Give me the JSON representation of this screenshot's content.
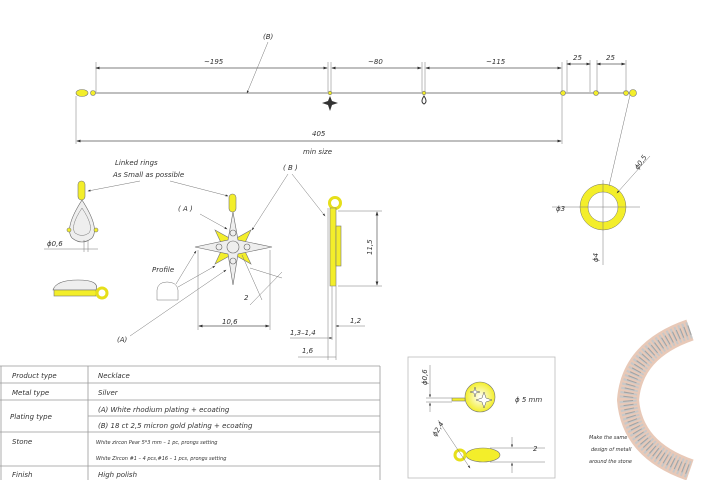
{
  "chain": {
    "label_b": "(B)",
    "dims": [
      "~195",
      "~80",
      "~115",
      "25",
      "25"
    ],
    "total": "405",
    "total_note": "min size"
  },
  "ring": {
    "inner_dia": "ϕ3",
    "wire": "ϕ0,5",
    "outer_dia": "ϕ4"
  },
  "pendant": {
    "linked_rings_1": "Linked rings",
    "linked_rings_2": "As Small as possible",
    "wire_dia": "ϕ0,6",
    "label_a": "( A )",
    "label_b": "( B )",
    "profile": "Profile",
    "label_a_lower": "(A)",
    "width": "10,6",
    "ray": "2",
    "height": "11,5",
    "t1": "1,2",
    "t2": "1,3–1,4",
    "t3": "1,6"
  },
  "table": {
    "rows": [
      {
        "label": "Product type",
        "value": "Necklace"
      },
      {
        "label": "Metal type",
        "value": "Silver"
      },
      {
        "label": "Plating type",
        "value_a": "(A)  White rhodium plating + ecoating",
        "value_b": "(B)   18 ct 2,5 micron gold plating + ecoating"
      },
      {
        "label": "Stone",
        "value_a": "White zircon Pear 5*3 mm – 1 pc, prongs setting",
        "value_b": "White Zircon #1 – 4 pcs,#16 – 1 pcs, prongs setting"
      },
      {
        "label": "Finish",
        "value": "High polish"
      }
    ]
  },
  "detail": {
    "wire_dia": "ϕ0,6",
    "disc_dia": "ϕ 5 mm",
    "ring_dia": "ϕ2,4",
    "height": "2"
  },
  "photo_note": [
    "Make the same",
    "design of metall",
    "around the stone"
  ],
  "colors": {
    "gold": "#f3ee2a",
    "line": "#555555"
  }
}
